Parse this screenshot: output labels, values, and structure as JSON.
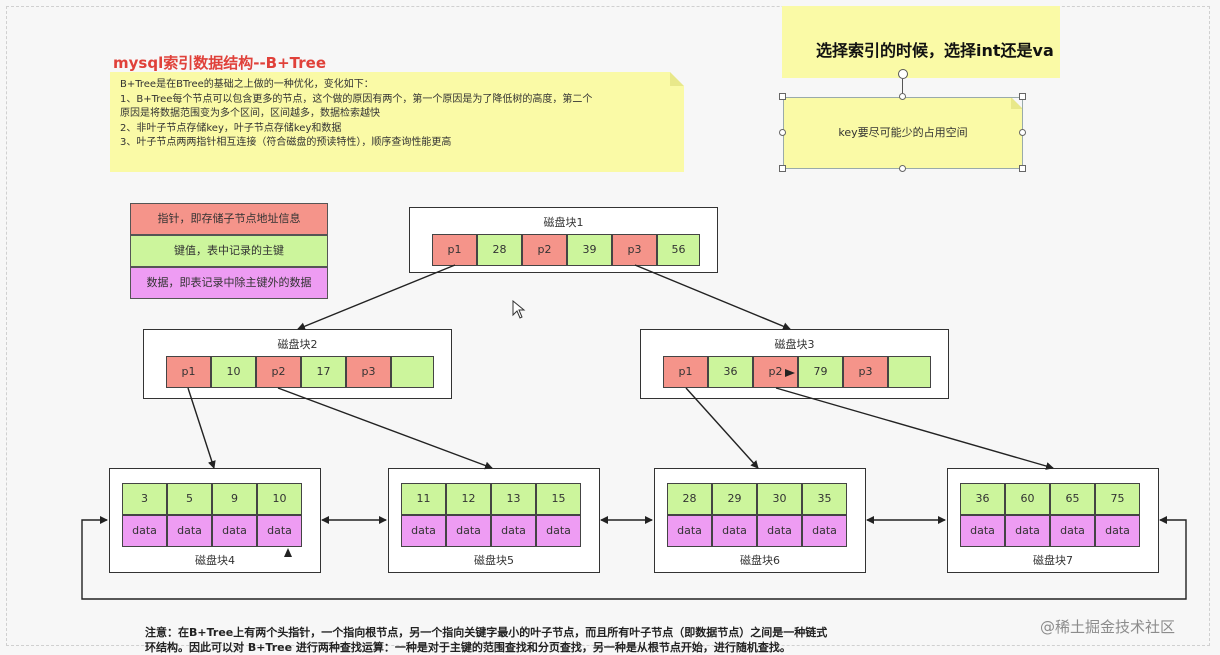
{
  "title": "mysql索引数据结构--B+Tree",
  "note_lines": [
    "B+Tree是在BTree的基础之上做的一种优化，变化如下：",
    "1、B+Tree每个节点可以包含更多的节点，这个做的原因有两个，第一个原因是为了降低树的高度，第二个",
    "原因是将数据范围变为多个区间，区间越多，数据检索越快",
    "2、非叶子节点存储key，叶子节点存储key和数据",
    "3、叶子节点两两指针相互连接（符合磁盘的预读特性），顺序查询性能更高"
  ],
  "side_banner": "选择索引的时候，选择int还是va",
  "selected_note": "key要尽可能少的占用空间",
  "legend": [
    {
      "label": "指针，即存储子节点地址信息",
      "color": "#f5948a"
    },
    {
      "label": "键值，表中记录的主键",
      "color": "#ccf59c"
    },
    {
      "label": "数据，即表记录中除主键外的数据",
      "color": "#ee9cf3"
    }
  ],
  "root": {
    "label": "磁盘块1",
    "cells": [
      "p1",
      "28",
      "p2",
      "39",
      "p3",
      "56"
    ]
  },
  "internal": [
    {
      "label": "磁盘块2",
      "cells": [
        "p1",
        "10",
        "p2",
        "17",
        "p3",
        ""
      ]
    },
    {
      "label": "磁盘块3",
      "cells": [
        "p1",
        "36",
        "p2",
        "79",
        "p3",
        ""
      ]
    }
  ],
  "leaves": [
    {
      "label": "磁盘块4",
      "keys": [
        "3",
        "5",
        "9",
        "10"
      ],
      "data": [
        "data",
        "data",
        "data",
        "data"
      ]
    },
    {
      "label": "磁盘块5",
      "keys": [
        "11",
        "12",
        "13",
        "15"
      ],
      "data": [
        "data",
        "data",
        "data",
        "data"
      ]
    },
    {
      "label": "磁盘块6",
      "keys": [
        "28",
        "29",
        "30",
        "35"
      ],
      "data": [
        "data",
        "data",
        "data",
        "data"
      ]
    },
    {
      "label": "磁盘块7",
      "keys": [
        "36",
        "60",
        "65",
        "75"
      ],
      "data": [
        "data",
        "data",
        "data",
        "data"
      ]
    }
  ],
  "footer_lines": [
    "注意：在B+Tree上有两个头指针，一个指向根节点，另一个指向关键字最小的叶子节点，而且所有叶子节点（即数据节点）之间是一种链式",
    "环结构。因此可以对 B+Tree 进行两种查找运算：一种是对于主键的范围查找和分页查找，另一种是从根节点开始，进行随机查找。"
  ],
  "watermark": "@稀土掘金技术社区",
  "colors": {
    "pointer": "#f5948a",
    "key": "#ccf59c",
    "data": "#ee9cf3",
    "note": "#fafaa6",
    "title": "#e0413a"
  }
}
